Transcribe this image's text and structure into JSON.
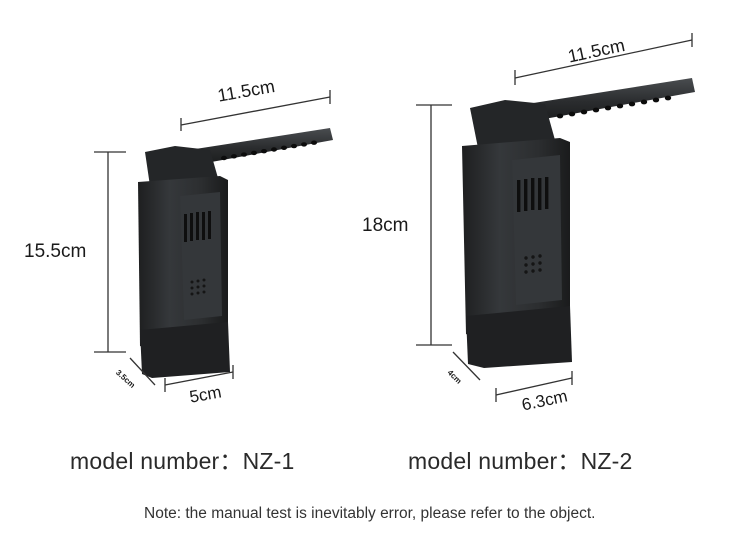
{
  "colors": {
    "background": "#ffffff",
    "device_body": "#2b2d2f",
    "device_shadow": "#1a1b1c",
    "device_highlight": "#4a4d50",
    "dimension_line": "#333333",
    "text": "#2a2a2a"
  },
  "products": [
    {
      "dims": {
        "arm_length": "11.5cm",
        "height": "15.5cm",
        "depth": "3.5cm",
        "width": "5cm"
      },
      "model_label": "model number：NZ-1"
    },
    {
      "dims": {
        "arm_length": "11.5cm",
        "height": "18cm",
        "depth": "4cm",
        "width": "6.3cm"
      },
      "model_label": "model number：NZ-2"
    }
  ],
  "note": "Note: the manual test is inevitably error, please refer to the object."
}
